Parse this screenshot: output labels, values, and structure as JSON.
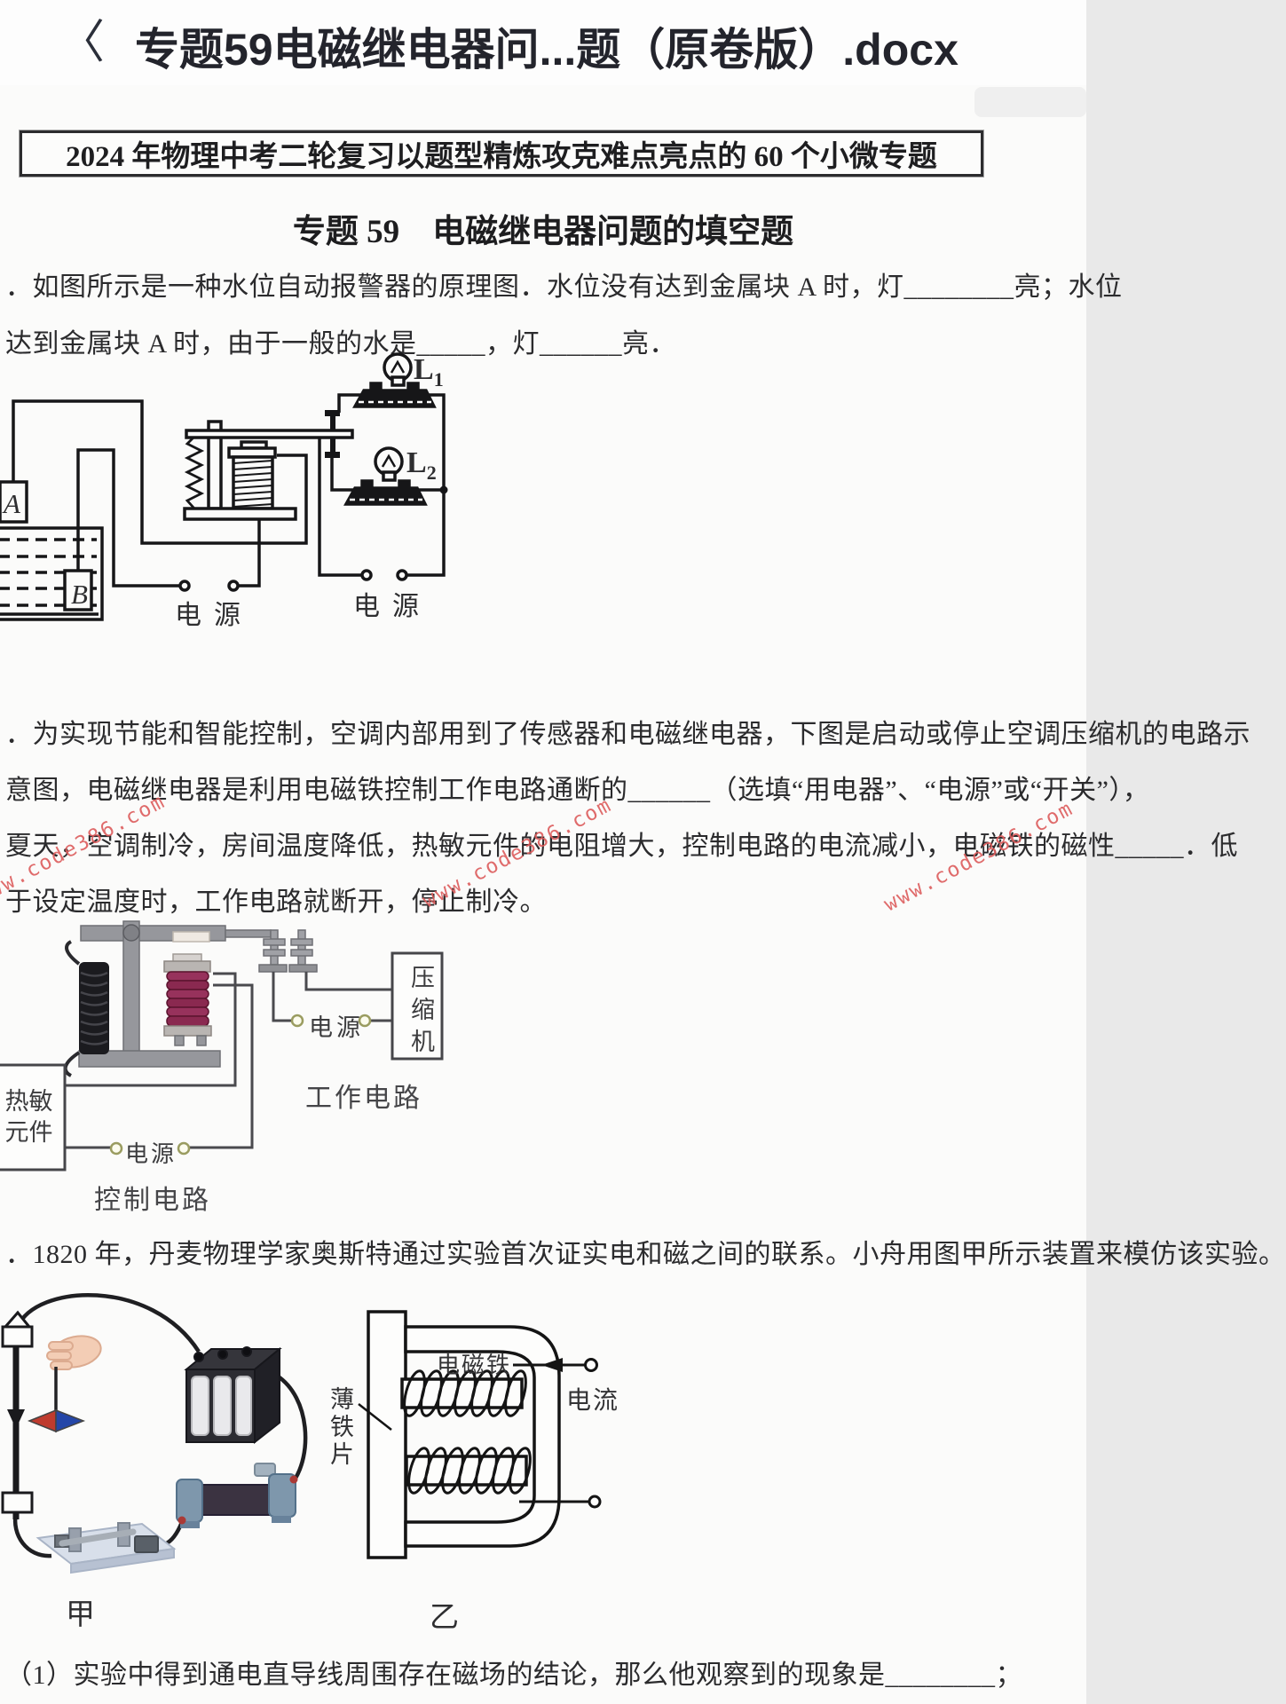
{
  "app_bar": {
    "back_icon": "〈",
    "title": "专题59电磁继电器问...题（原卷版）.docx"
  },
  "document": {
    "banner": "2024 年物理中考二轮复习以题型精炼攻克难点亮点的 60 个小微专题",
    "section_title": "专题 59　电磁继电器问题的填空题",
    "question1": {
      "line1": "．如图所示是一种水位自动报警器的原理图．水位没有达到金属块 A 时，灯________亮；水位",
      "line2": "达到金属块 A 时，由于一般的水是_____，灯______亮．"
    },
    "question2": {
      "line1": "．为实现节能和智能控制，空调内部用到了传感器和电磁继电器，下图是启动或停止空调压缩机的电路示",
      "line2": "意图，电磁继电器是利用电磁铁控制工作电路通断的______（选填“用电器”、“电源”或“开关”），",
      "line3": "夏天，空调制冷，房间温度降低，热敏元件的电阻增大，控制电路的电流减小，电磁铁的磁性_____．低",
      "line4": "于设定温度时，工作电路就断开，停止制冷。"
    },
    "question3": {
      "line1": "．1820 年，丹麦物理学家奥斯特通过实验首次证实电和磁之间的联系。小舟用图甲所示装置来模仿该实验。"
    },
    "question4": {
      "line1": "（1）实验中得到通电直导线周围存在磁场的结论，那么他观察到的现象是________；"
    }
  },
  "figure1": {
    "block_a": "A",
    "block_b": "B",
    "lamp1_main": "L",
    "lamp1_sub": "1",
    "lamp2_main": "L",
    "lamp2_sub": "2",
    "power_left": "电源",
    "power_right": "电源"
  },
  "figure2": {
    "compressor": "压缩机",
    "power_work": "电源",
    "work_circuit_label": "工作电路",
    "thermistor_line1": "热敏",
    "thermistor_line2": "元件",
    "power_control": "电源",
    "control_circuit_label": "控制电路",
    "coil_color": "#96305a",
    "frame_color": "#96979c"
  },
  "figure3": {
    "label_jia": "甲",
    "label_yi": "乙",
    "thin_iron_sheet": "薄铁片",
    "electromagnet": "电磁铁",
    "current": "电流",
    "compass_north_color": "#bf3b2e",
    "compass_south_color": "#2446a8"
  },
  "watermark": {
    "text": "www.code386.com",
    "color": "#dd5c5c"
  }
}
